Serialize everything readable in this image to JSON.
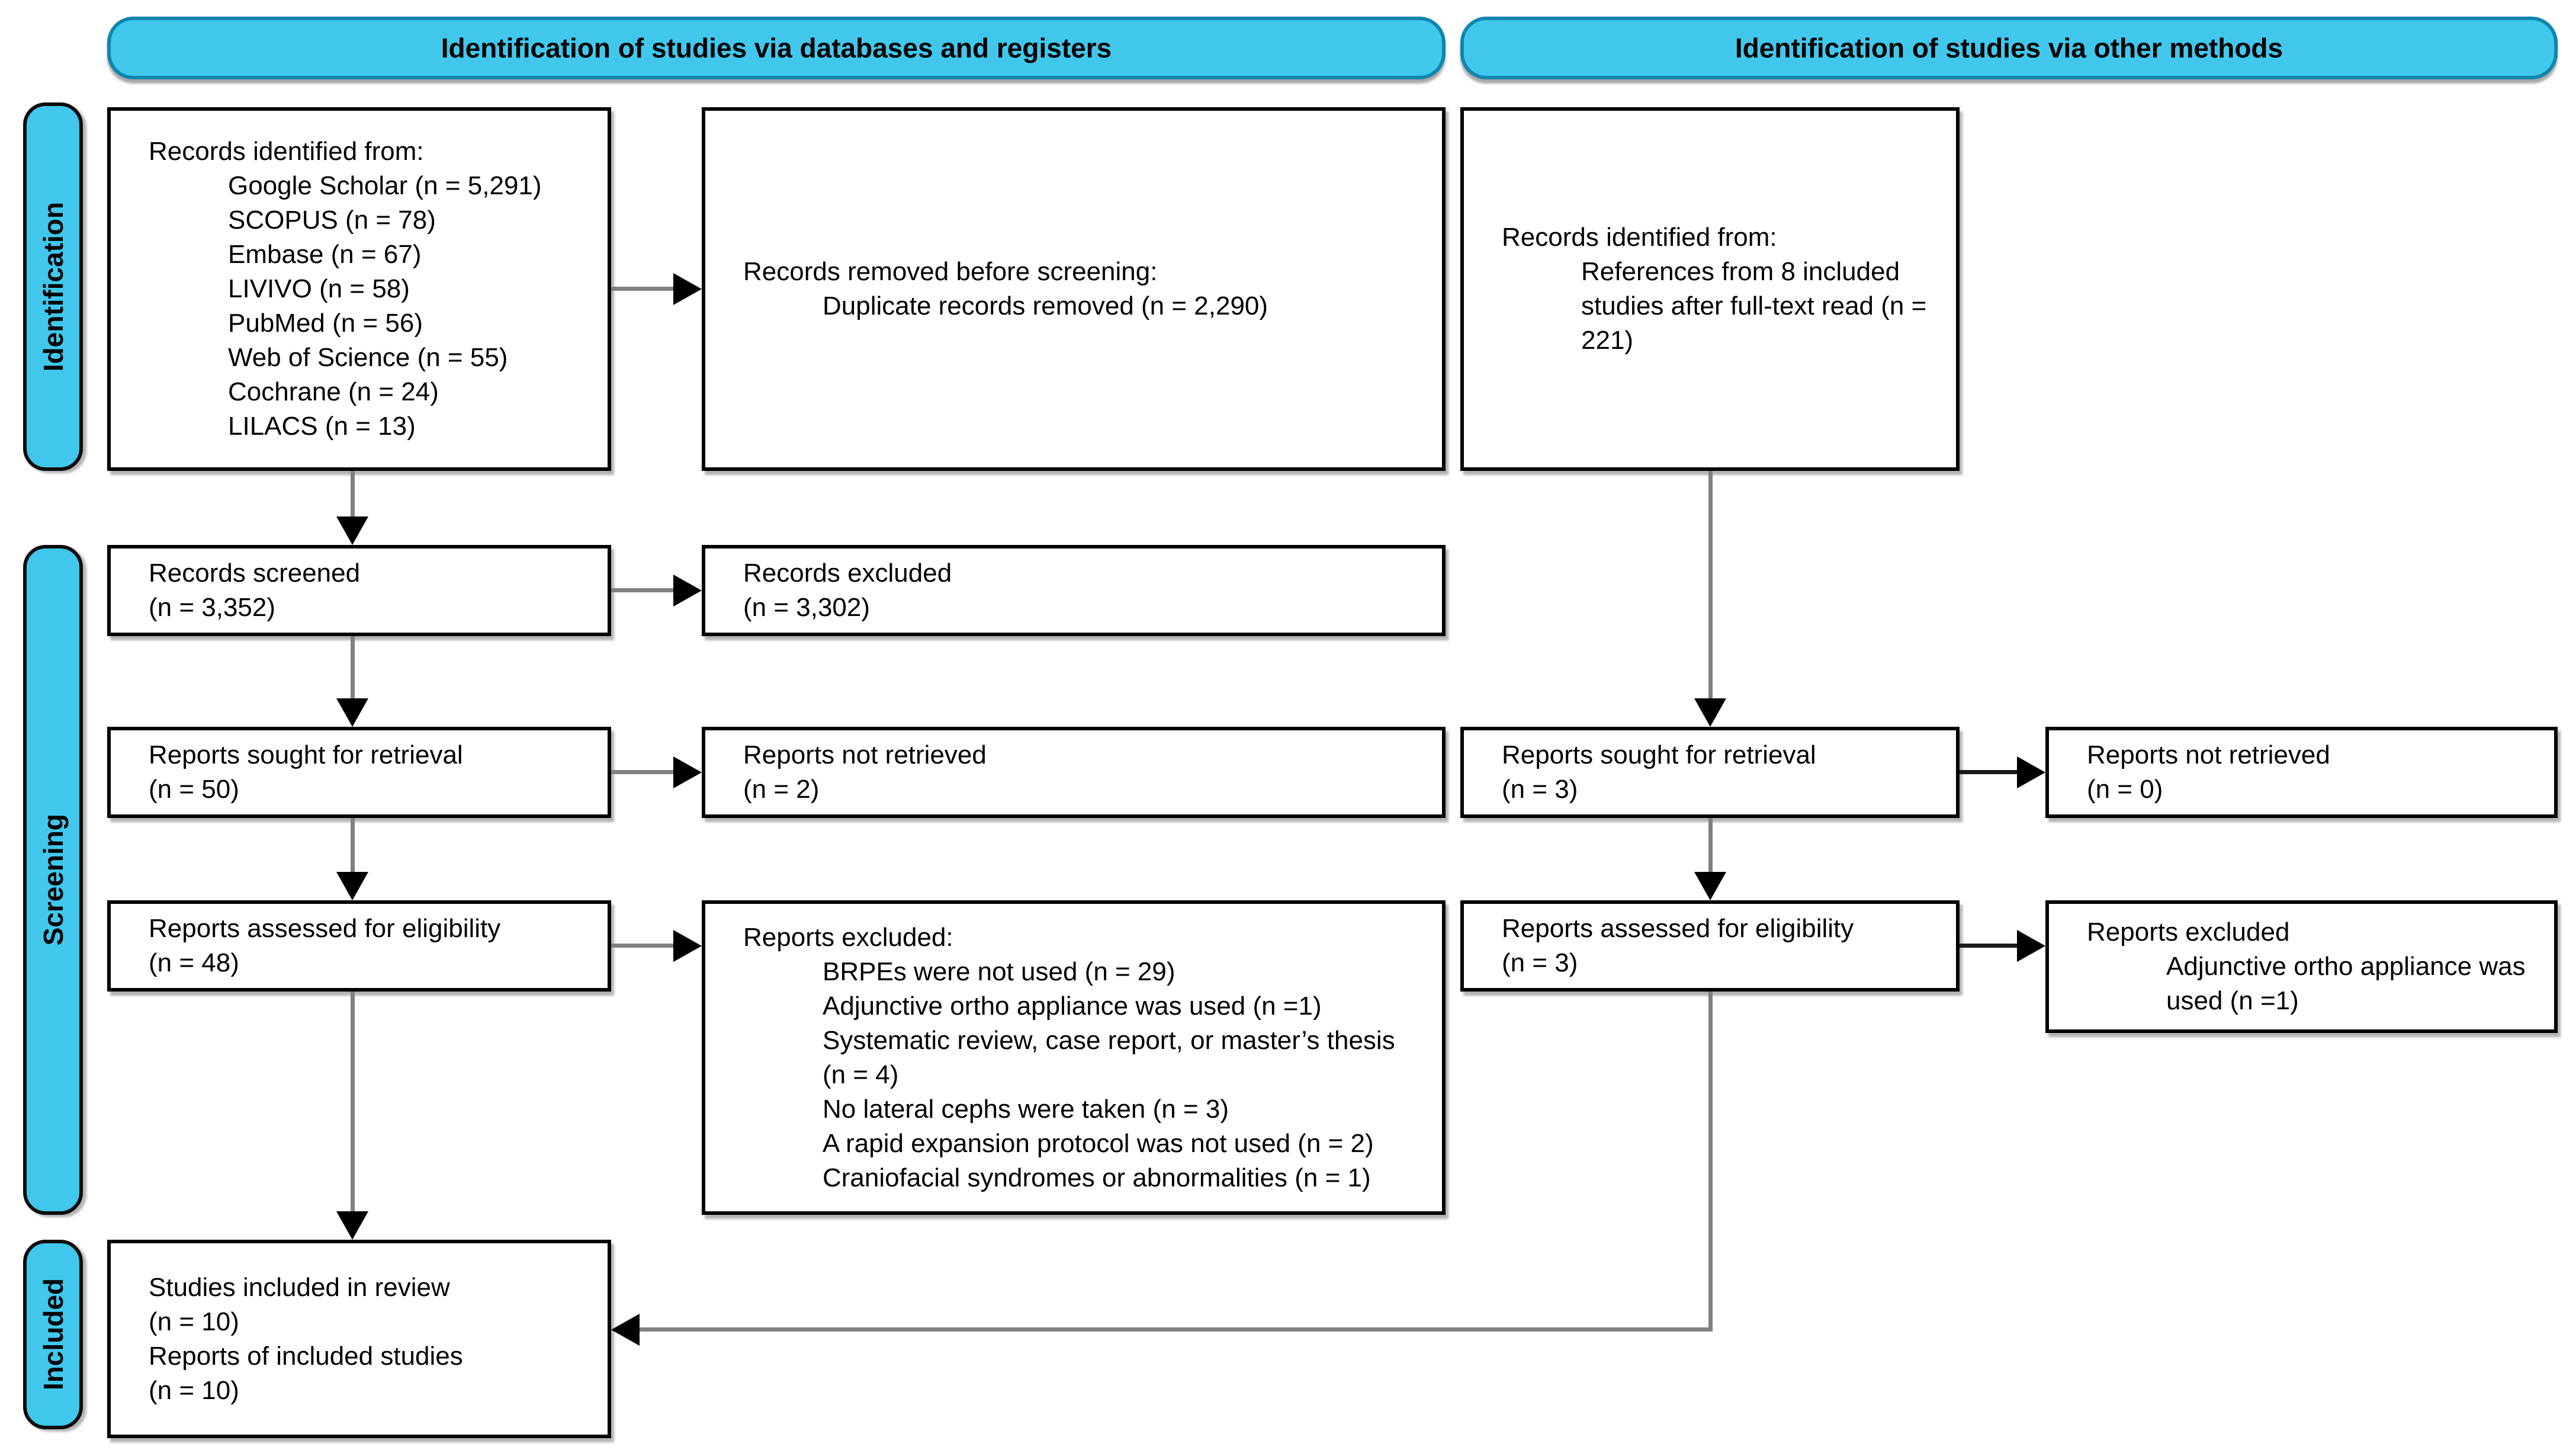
{
  "headers": {
    "databases": "Identification of studies via databases and registers",
    "other": "Identification of studies via other methods"
  },
  "stages": [
    {
      "label": "Identification"
    },
    {
      "label": "Screening"
    },
    {
      "label": "Included"
    }
  ],
  "boxes": {
    "db_identified": {
      "title": "Records identified from:",
      "items": [
        "Google Scholar (n = 5,291)",
        "SCOPUS (n = 78)",
        "Embase (n = 67)",
        "LIVIVO (n = 58)",
        "PubMed (n = 56)",
        "Web of Science (n = 55)",
        "Cochrane (n = 24)",
        "LILACS (n = 13)"
      ]
    },
    "records_removed": {
      "title": "Records removed before screening:",
      "items": [
        "Duplicate records removed (n = 2,290)"
      ]
    },
    "other_identified": {
      "title": "Records identified from:",
      "items": [
        "References from 8 included studies after full-text read (n = 221)"
      ]
    },
    "records_screened": {
      "lines": [
        "Records screened",
        "(n = 3,352)"
      ]
    },
    "records_excluded": {
      "lines": [
        "Records excluded",
        "(n = 3,302)"
      ]
    },
    "reports_sought_db": {
      "lines": [
        "Reports sought for retrieval",
        "(n = 50)"
      ]
    },
    "reports_not_retrieved_db": {
      "lines": [
        "Reports not retrieved",
        "(n = 2)"
      ]
    },
    "reports_sought_other": {
      "lines": [
        "Reports sought for retrieval",
        "(n = 3)"
      ]
    },
    "reports_not_retrieved_other": {
      "lines": [
        "Reports not retrieved",
        "(n = 0)"
      ]
    },
    "reports_assessed_db": {
      "lines": [
        "Reports assessed for eligibility",
        "(n = 48)"
      ]
    },
    "reports_excluded_reasons": {
      "title": "Reports excluded:",
      "items": [
        "BRPEs were not used (n = 29)",
        "Adjunctive ortho appliance was used (n =1)",
        "Systematic review, case report, or master’s thesis (n = 4)",
        "No lateral cephs were taken (n = 3)",
        "A rapid expansion protocol was not used (n = 2)",
        "Craniofacial syndromes or abnormalities (n = 1)"
      ]
    },
    "reports_assessed_other": {
      "lines": [
        "Reports assessed for eligibility",
        "(n = 3)"
      ]
    },
    "reports_excluded_other": {
      "title": "Reports excluded",
      "items": [
        "Adjunctive ortho appliance was used (n =1)"
      ]
    },
    "included": {
      "lines": [
        "Studies included in review",
        "(n = 10)",
        "Reports of included studies",
        "(n = 10)"
      ]
    }
  },
  "colors": {
    "band": "#41c7ec",
    "band_border": "#0e86ad",
    "box_bg": "#ffffff",
    "box_border": "#000000",
    "arrow": "#808080",
    "arrowhead": "#000000",
    "text": "#000000"
  }
}
